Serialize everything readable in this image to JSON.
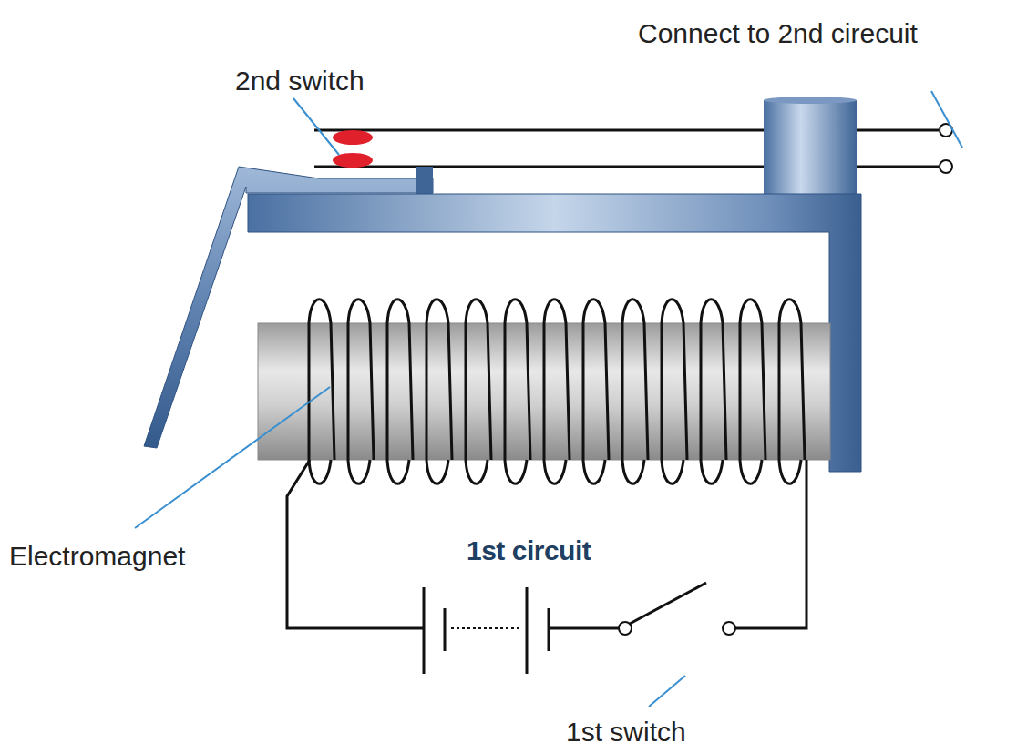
{
  "diagram": {
    "labels": [
      "Connect to 2nd cirecuit",
      "2nd switch",
      "Electromagnet",
      "1st circuit",
      "1st switch"
    ]
  }
}
